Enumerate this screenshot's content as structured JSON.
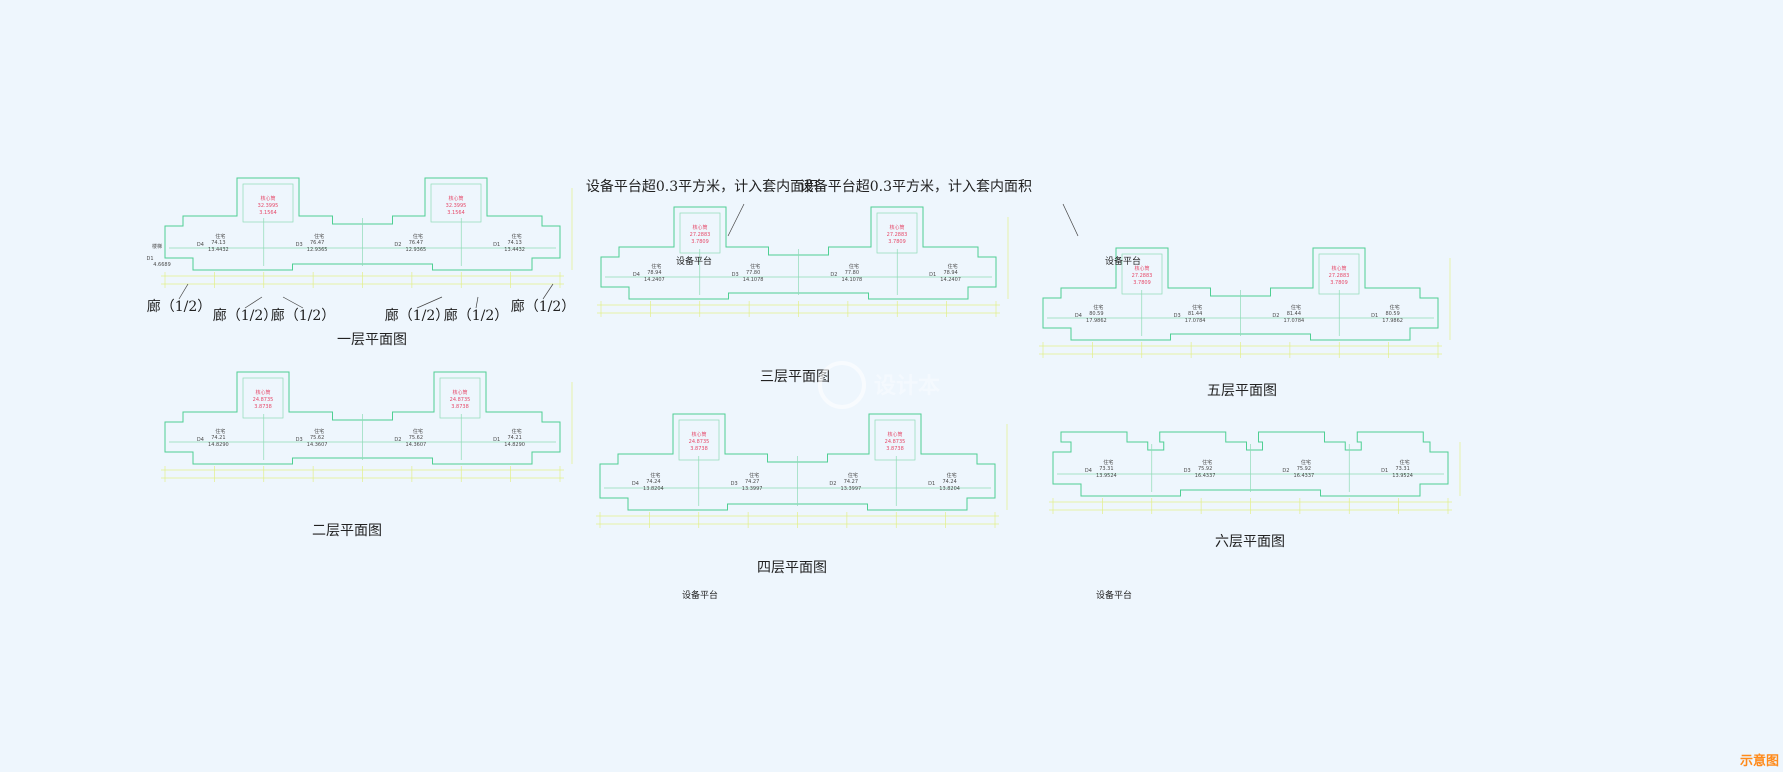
{
  "floors": [
    {
      "id": "floor1",
      "title": "一层平面图",
      "room_label": "住宅",
      "core_label": "核心筒",
      "units": [
        {
          "code": "D4",
          "area": "74.13",
          "sub": "13.4432"
        },
        {
          "code": "D3",
          "area": "76.47",
          "sub": "12.9365"
        },
        {
          "code": "D2",
          "area": "76.47",
          "sub": "12.9365"
        },
        {
          "code": "D1",
          "area": "74.13",
          "sub": "13.4432"
        }
      ],
      "cores": [
        {
          "area": "32.3995",
          "sub": "3.1564"
        },
        {
          "area": "32.3995",
          "sub": "3.1564"
        }
      ],
      "annotations": [
        "廊（1/2）",
        "廊（1/2）",
        "廊（1/2）",
        "廊（1/2）",
        "廊（1/2）",
        "廊（1/2）"
      ],
      "side_tag": {
        "name": "楼梯",
        "value": "4.6689",
        "code": "D1"
      }
    },
    {
      "id": "floor2",
      "title": "二层平面图",
      "room_label": "住宅",
      "core_label": "核心筒",
      "units": [
        {
          "code": "D4",
          "area": "74.21",
          "sub": "14.8290"
        },
        {
          "code": "D3",
          "area": "75.62",
          "sub": "14.3607"
        },
        {
          "code": "D2",
          "area": "75.62",
          "sub": "14.3607"
        },
        {
          "code": "D1",
          "area": "74.21",
          "sub": "14.8290"
        }
      ],
      "cores": [
        {
          "area": "24.8735",
          "sub": "3.8738"
        },
        {
          "area": "24.8735",
          "sub": "3.8738"
        }
      ]
    },
    {
      "id": "floor3",
      "title": "三层平面图",
      "room_label": "住宅",
      "core_label": "核心筒",
      "units": [
        {
          "code": "D4",
          "area": "78.94",
          "sub": "14.2407"
        },
        {
          "code": "D3",
          "area": "77.80",
          "sub": "14.1078"
        },
        {
          "code": "D2",
          "area": "77.80",
          "sub": "14.1078"
        },
        {
          "code": "D1",
          "area": "78.94",
          "sub": "14.2407"
        }
      ],
      "cores": [
        {
          "area": "27.2883",
          "sub": "3.7809"
        },
        {
          "area": "27.2883",
          "sub": "3.7809"
        }
      ],
      "notes": [
        "设备平台超0.3平方米，计入套内面积",
        "设备平台超0.3平方米，计入套内面积"
      ],
      "platform_labels": [
        "设备平台",
        "设备平台"
      ]
    },
    {
      "id": "floor4",
      "title": "四层平面图",
      "room_label": "住宅",
      "core_label": "核心筒",
      "units": [
        {
          "code": "D4",
          "area": "74.24",
          "sub": "13.8204"
        },
        {
          "code": "D3",
          "area": "74.27",
          "sub": "13.3997"
        },
        {
          "code": "D2",
          "area": "74.27",
          "sub": "13.3997"
        },
        {
          "code": "D1",
          "area": "74.24",
          "sub": "13.8204"
        }
      ],
      "cores": [
        {
          "area": "24.8735",
          "sub": "3.8738"
        },
        {
          "area": "24.8735",
          "sub": "3.8738"
        }
      ],
      "platform_labels": [
        "设备平台",
        "设备平台"
      ]
    },
    {
      "id": "floor5",
      "title": "五层平面图",
      "room_label": "住宅",
      "core_label": "核心筒",
      "units": [
        {
          "code": "D4",
          "area": "80.59",
          "sub": "17.9862"
        },
        {
          "code": "D3",
          "area": "81.44",
          "sub": "17.0784"
        },
        {
          "code": "D2",
          "area": "81.44",
          "sub": "17.0784"
        },
        {
          "code": "D1",
          "area": "80.59",
          "sub": "17.9862"
        }
      ],
      "cores": [
        {
          "area": "27.2883",
          "sub": "3.7809"
        },
        {
          "area": "27.2883",
          "sub": "3.7809"
        }
      ]
    },
    {
      "id": "floor6",
      "title": "六层平面图",
      "room_label": "住宅",
      "units": [
        {
          "code": "D4",
          "area": "73.31",
          "sub": "13.9524"
        },
        {
          "code": "D3",
          "area": "75.92",
          "sub": "16.4337"
        },
        {
          "code": "D2",
          "area": "75.92",
          "sub": "16.4337"
        },
        {
          "code": "D1",
          "area": "73.31",
          "sub": "13.9524"
        }
      ]
    }
  ],
  "watermark": "设计本",
  "corner_mark": "示意图",
  "colors": {
    "background": "#eef6fd",
    "plan_line": "#4fcf93",
    "dimension_line": "#e2ef8a",
    "core_text": "#e64a6a",
    "corner_mark": "#ff8a1a"
  }
}
